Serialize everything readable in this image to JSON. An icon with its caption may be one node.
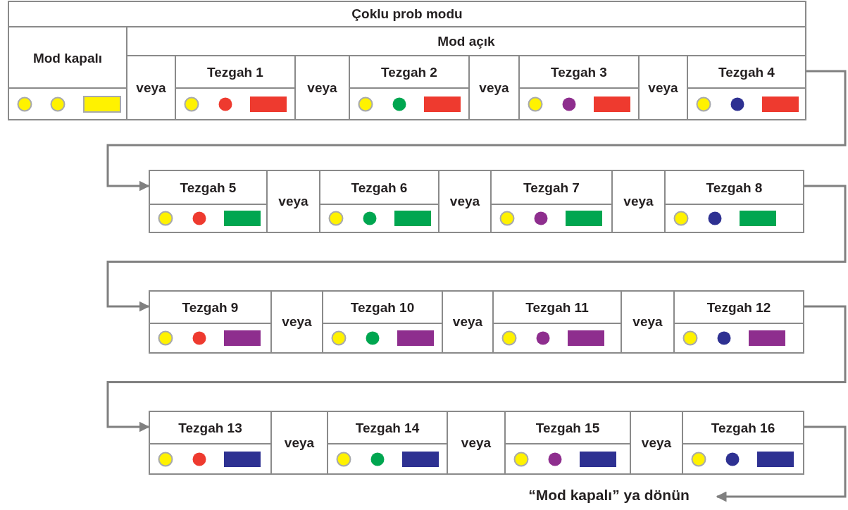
{
  "diagram": {
    "nodes": [
      {
        "text": [
          "Çoklu prob modu"
        ]
      },
      {
        "text": [
          "Mod kapalı"
        ]
      },
      {
        "text": [
          "Mod açık"
        ]
      },
      {
        "text": [
          "veya"
        ]
      },
      {
        "text": [
          "Tezgah 1"
        ]
      },
      {
        "text": [
          "veya"
        ]
      },
      {
        "text": [
          "Tezgah 2"
        ]
      },
      {
        "text": [
          "veya"
        ]
      },
      {
        "text": [
          "Tezgah 3"
        ]
      },
      {
        "text": [
          "veya"
        ]
      },
      {
        "text": [
          "Tezgah 4"
        ]
      },
      {
        "text": [
          "Tezgah 5"
        ]
      },
      {
        "text": [
          "veya"
        ]
      },
      {
        "text": [
          "Tezgah 6"
        ]
      },
      {
        "text": [
          "veya"
        ]
      },
      {
        "text": [
          "Tezgah 7"
        ]
      },
      {
        "text": [
          "veya"
        ]
      },
      {
        "text": [
          "Tezgah 8"
        ]
      },
      {
        "text": [
          "Tezgah 9"
        ]
      },
      {
        "text": [
          "veya"
        ]
      },
      {
        "text": [
          "Tezgah 10"
        ]
      },
      {
        "text": [
          "veya"
        ]
      },
      {
        "text": [
          "Tezgah 11"
        ]
      },
      {
        "text": [
          "veya"
        ]
      },
      {
        "text": [
          "Tezgah 12"
        ]
      },
      {
        "text": [
          "Tezgah 13"
        ]
      },
      {
        "text": [
          "veya"
        ]
      },
      {
        "text": [
          "Tezgah 14"
        ]
      },
      {
        "text": [
          "veya"
        ]
      },
      {
        "text": [
          "Tezgah 15"
        ]
      },
      {
        "text": [
          "veya"
        ]
      },
      {
        "text": [
          "Tezgah 16"
        ]
      },
      {
        "text": [
          "“Mod kapalı” ya dönün"
        ]
      }
    ],
    "edges": [
      {
        "from": 10,
        "to": 11,
        "arrow": "to"
      },
      {
        "from": 17,
        "to": 18,
        "arrow": "to"
      },
      {
        "from": 24,
        "to": 25,
        "arrow": "to"
      },
      {
        "from": 31,
        "to": 32,
        "arrow": "to"
      }
    ]
  }
}
